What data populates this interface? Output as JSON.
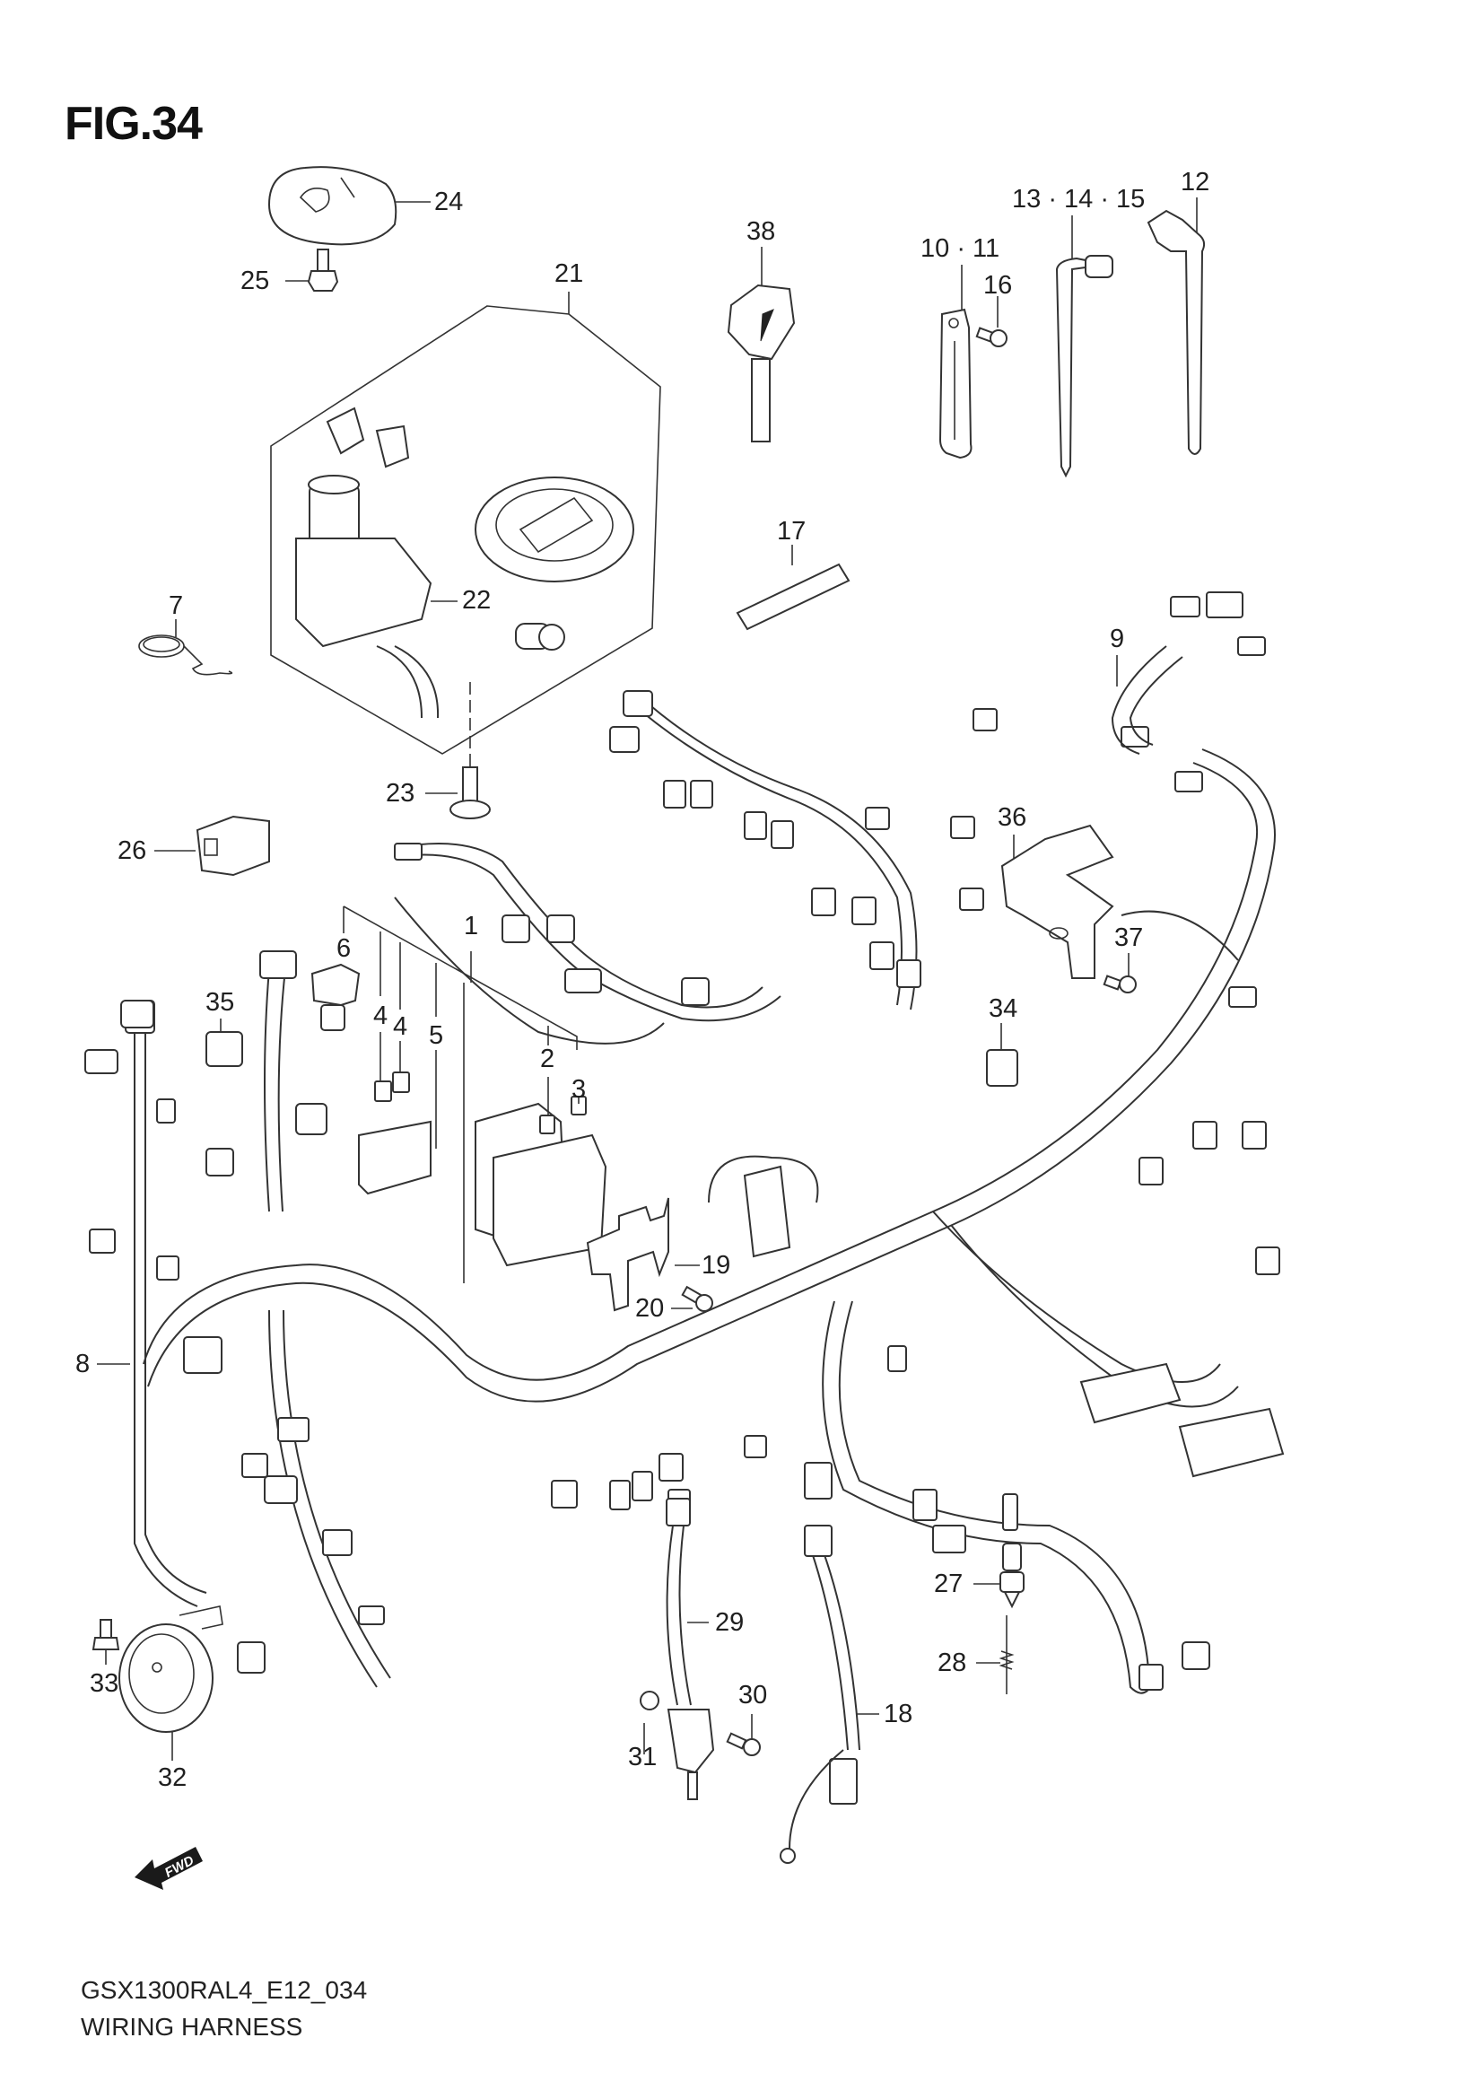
{
  "figure": {
    "title": "FIG.34",
    "model_code": "GSX1300RAL4_E12_034",
    "section_name": "WIRING HARNESS",
    "direction_marker": "FWD"
  },
  "callouts": {
    "p1": "1",
    "p2": "2",
    "p3": "3",
    "p4a": "4",
    "p4b": "4",
    "p5": "5",
    "p6": "6",
    "p7": "7",
    "p8": "8",
    "p9": "9",
    "p10_11": "10 · 11",
    "p12": "12",
    "p13_14_15": "13 · 14 · 15",
    "p16": "16",
    "p17": "17",
    "p18": "18",
    "p19": "19",
    "p20": "20",
    "p21": "21",
    "p22": "22",
    "p23": "23",
    "p24": "24",
    "p25": "25",
    "p26": "26",
    "p27": "27",
    "p28": "28",
    "p29": "29",
    "p30": "30",
    "p31": "31",
    "p32": "32",
    "p33": "33",
    "p34": "34",
    "p35": "35",
    "p36": "36",
    "p37": "37",
    "p38": "38"
  },
  "colors": {
    "line": "#333333",
    "background": "#ffffff"
  }
}
